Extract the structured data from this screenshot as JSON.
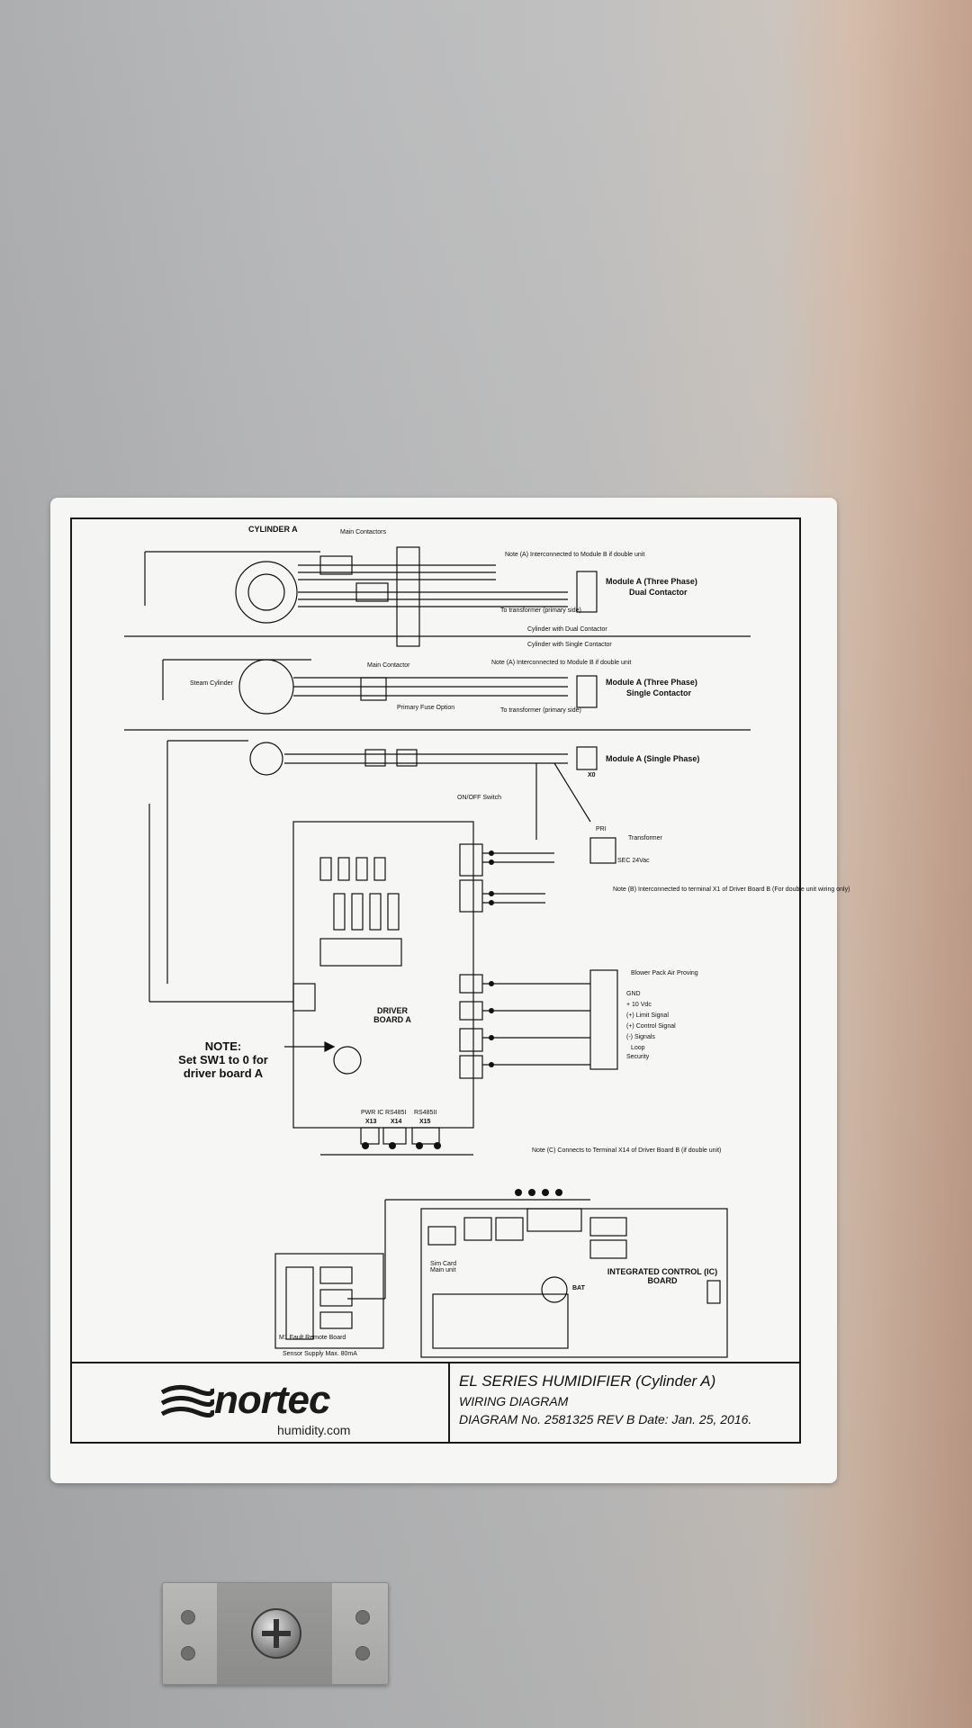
{
  "label": {
    "sections": {
      "cylinder_a": "CYLINDER A",
      "main_contactors": "Main Contactors",
      "note_a_1": "Note (A) Interconnected to Module B if double unit",
      "module_three_phase_dual": "Module A (Three Phase)",
      "dual_contactor": "Dual Contactor",
      "to_transformer_1": "To transformer (primary side)",
      "cylinder_dual_contactor": "Cylinder with Dual Contactor",
      "cylinder_single_contactor": "Cylinder with Single Contactor",
      "steam_cylinder": "Steam Cylinder",
      "note_a_2": "Note (A) Interconnected to Module B if double unit",
      "main_contactor": "Main Contactor",
      "module_three_phase_single": "Module A (Three Phase)",
      "single_contactor": "Single Contactor",
      "to_transformer_2": "To transformer (primary side)",
      "primary_fuse": "Primary Fuse Option",
      "module_single_phase": "Module A (Single Phase)",
      "x0": "X0",
      "on_off_switch": "ON/OFF Switch",
      "transformer": "Transformer",
      "pri": "PRI",
      "sec": "SEC 24Vac",
      "note_b": "Note (B) Interconnected to terminal X1 of Driver Board B (For double unit wiring only)",
      "driver_board": "DRIVER BOARD A",
      "blower_pack": "Blower Pack Air Proving",
      "gnd": "GND",
      "plus10": "+ 10 Vdc",
      "limit_signal": "(+) Limit Signal",
      "control_signal": "(+) Control Signal",
      "signals": "(-) Signals",
      "loop": "Loop",
      "security": "Security",
      "note_c": "Note (C) Connects to Terminal X14 of Driver Board B (if double unit)",
      "x13": "X13",
      "x14": "X14",
      "x15": "X15",
      "pwr_ic": "PWR IC",
      "rs485_1": "RS485I",
      "rs485_2": "RS485II",
      "sim_card": "Sim Card Main unit",
      "integrated_control": "INTEGRATED CONTROL (IC) BOARD",
      "remote_board": "M1 Fault Remote Board",
      "sensor_supply": "Sensor Supply Max. 80mA",
      "bat": "BAT"
    },
    "note": {
      "title": "NOTE:",
      "line1": "Set SW1 to 0 for",
      "line2": "driver board A"
    },
    "title_block": {
      "brand": "nortec",
      "brand_sub": "humidity.com",
      "line1": "EL SERIES HUMIDIFIER (Cylinder A)",
      "line2": "WIRING DIAGRAM",
      "line3": "DIAGRAM No.  2581325    REV B  Date: Jan. 25, 2016."
    }
  }
}
